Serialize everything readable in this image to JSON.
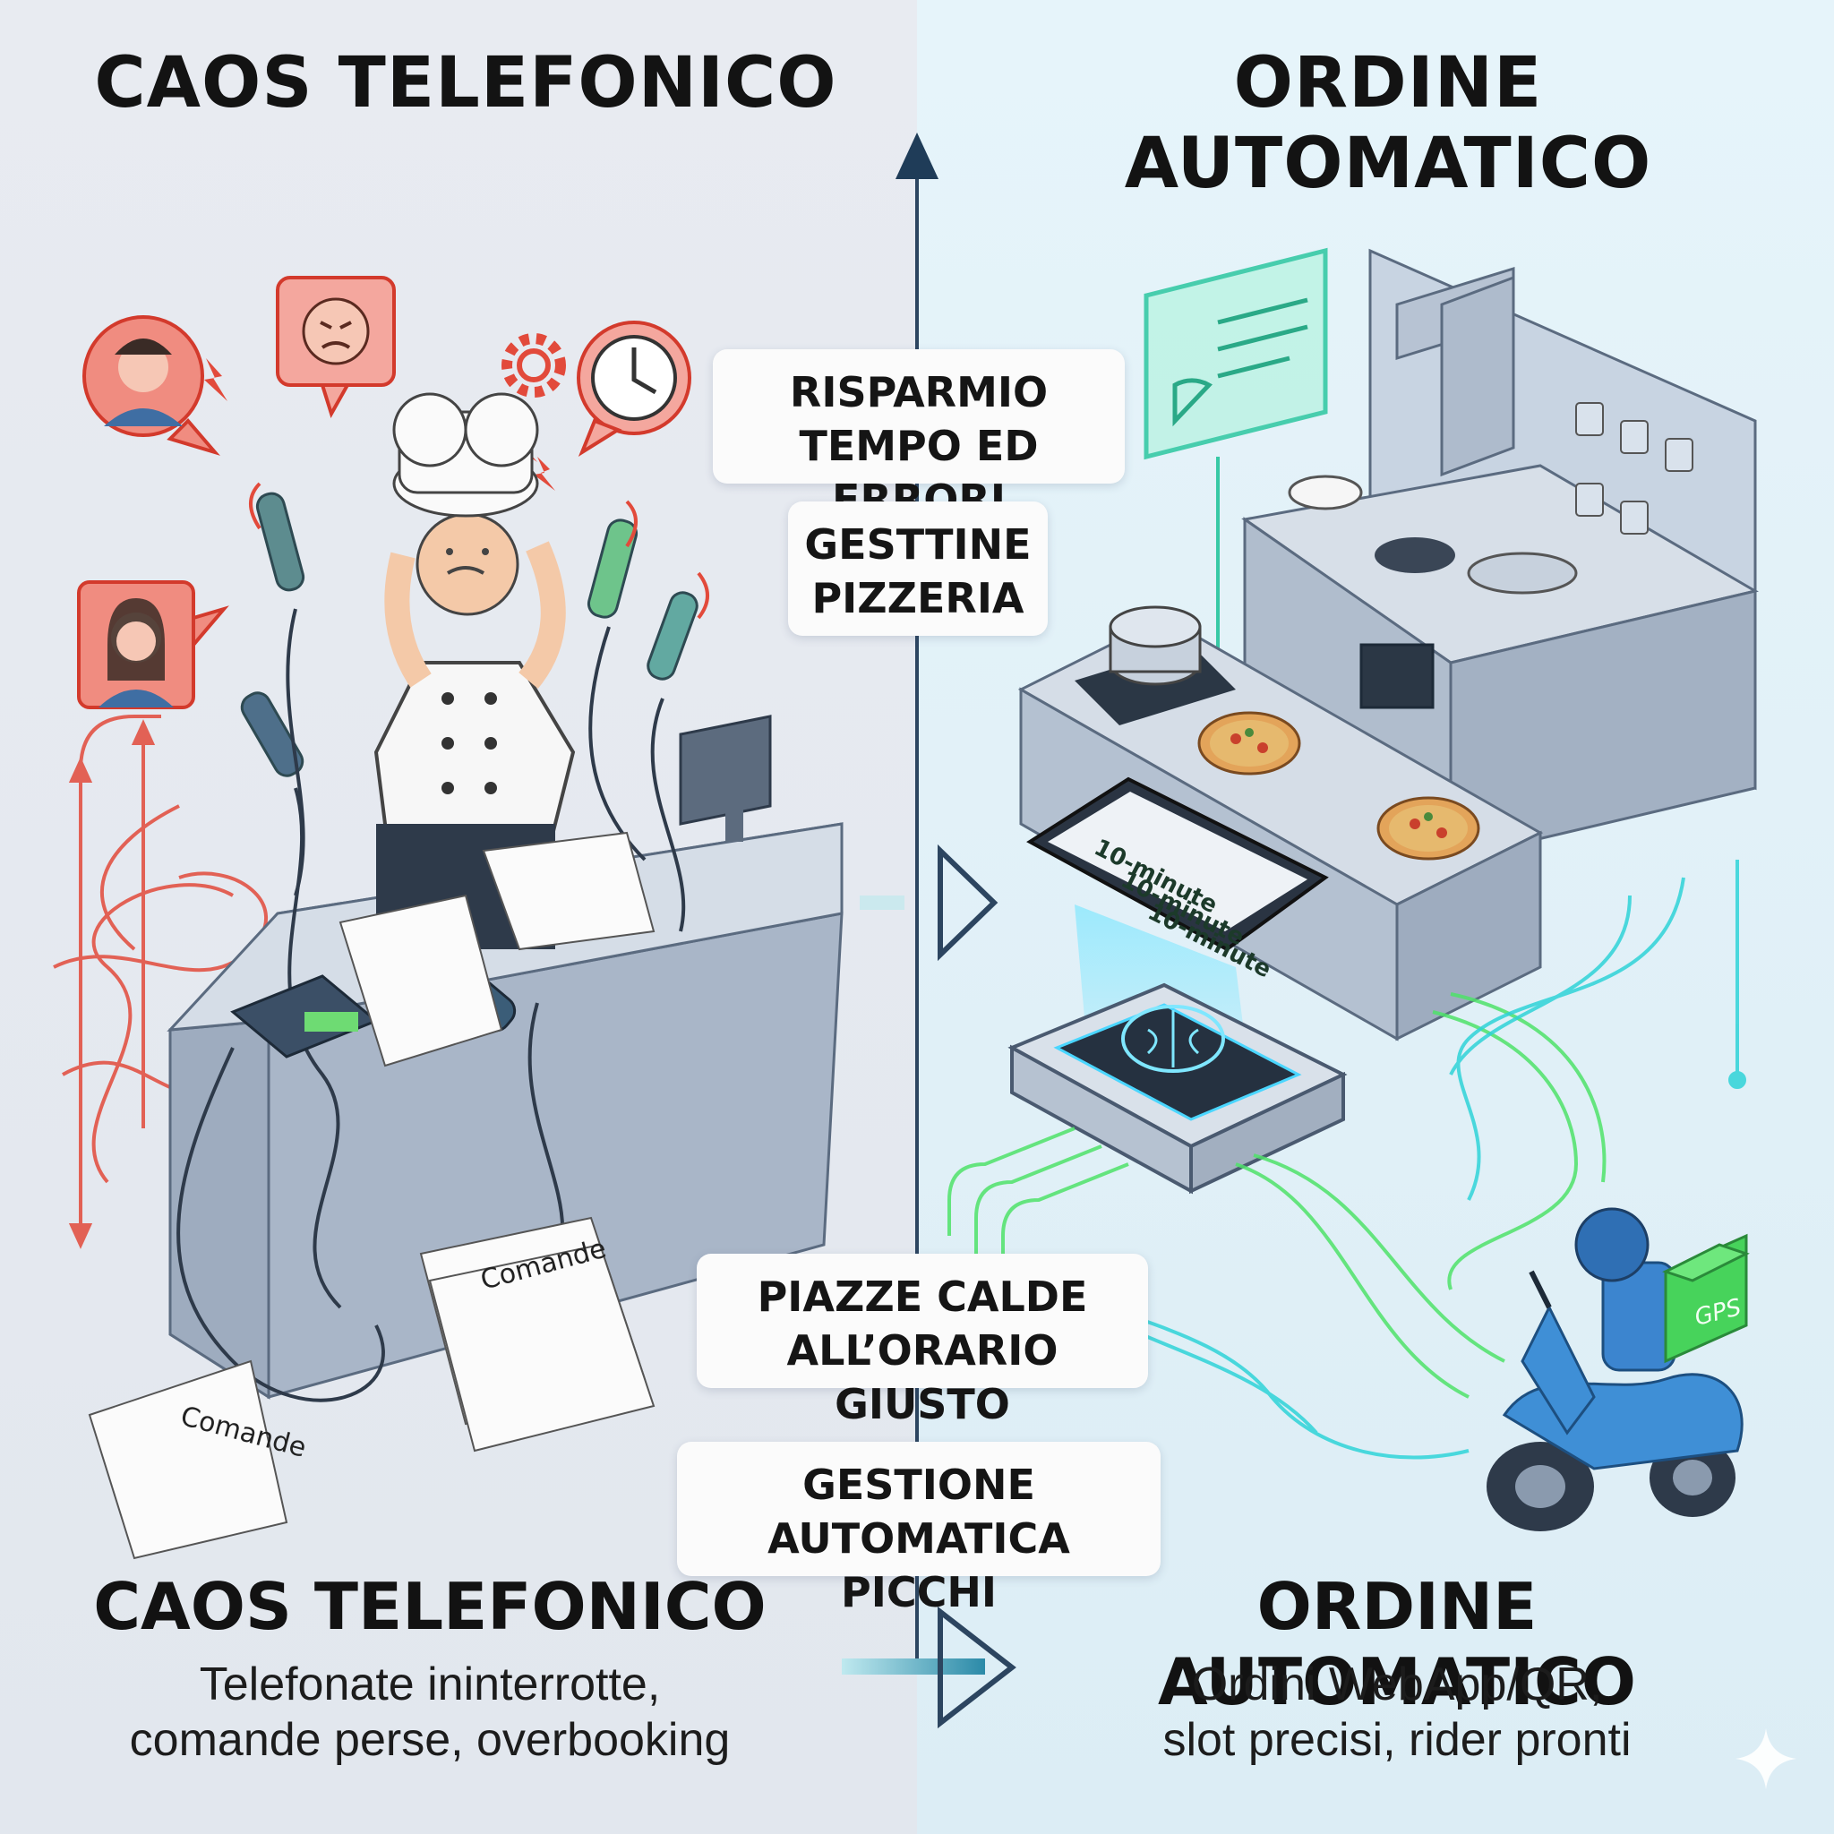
{
  "headings": {
    "left": "CAOS TELEFONICO",
    "right": "ORDINE AUTOMATICO"
  },
  "center_labels": {
    "risparmio": "RISPARMIO\nTEMPO ED ERRORI",
    "gestione_pizzeria": "GESTTINE\nPIZZERIA",
    "pizze_calde": "PIAZZE CALDE\nALL’ORARIO GIUSTO",
    "gestione_picchi": "GESTIONE\nAUTOMATICA PICCHI"
  },
  "footer": {
    "left_title": "CAOS TELEFONICO",
    "left_desc": "Telefonate ininterrotte,\ncomande perse, overbooking",
    "right_title": "ORDINE AUTOMATICO",
    "right_desc": "Ordini WebApp/QR,\nslot precisi, rider pronti"
  },
  "illustration_text": {
    "tablet_row": "10-minute",
    "paper_label": "Comande",
    "box_label": "GPS"
  },
  "colors": {
    "chaos_red": "#e24a3b",
    "flow_green": "#4fe36a",
    "flow_cyan": "#2fd3d8",
    "divider": "#2c4560",
    "accent_teal": "#5fd4c8"
  }
}
